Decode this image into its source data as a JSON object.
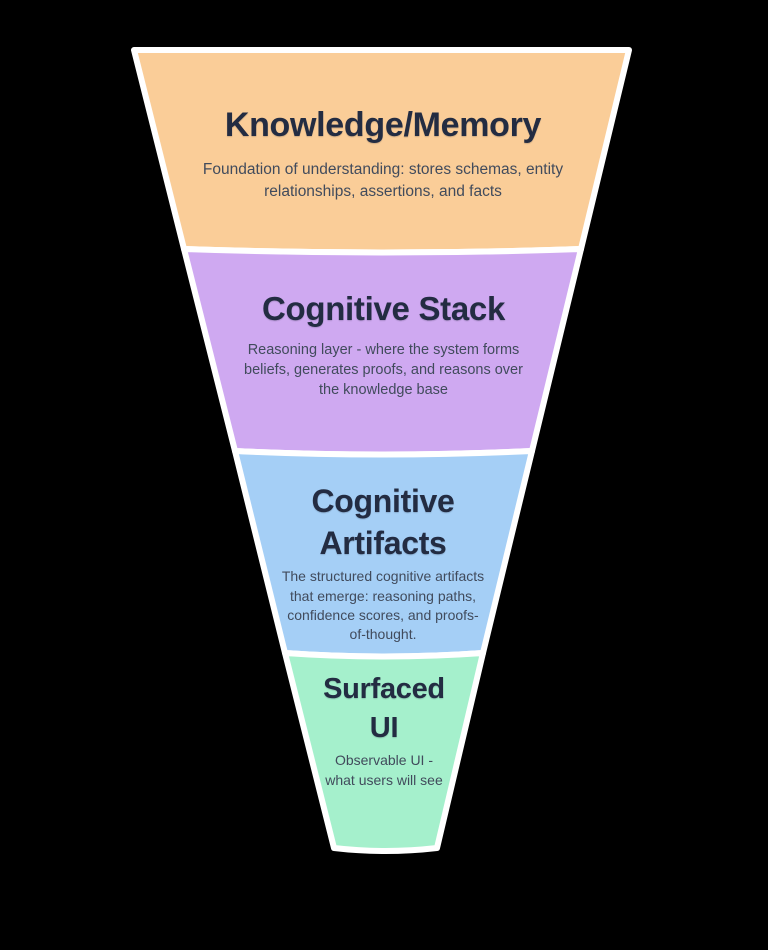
{
  "diagram": {
    "type": "funnel",
    "background_color": "#000000",
    "border_color": "#FFFFFF",
    "title_color": "#232C42",
    "description_color": "#414B5C",
    "layers": [
      {
        "title": "Knowledge/Memory",
        "description": "Foundation of understanding: stores schemas, entity\nrelationships, assertions, and facts",
        "color": "#FACD98"
      },
      {
        "title": "Cognitive Stack",
        "description": "Reasoning layer - where the system forms\nbeliefs, generates proofs, and reasons over\nthe knowledge base",
        "color": "#CFA9F1"
      },
      {
        "title": "Cognitive Artifacts",
        "description": "The structured cognitive artifacts\nthat emerge: reasoning paths,\nconfidence scores, and proofs-\nof-thought.",
        "color": "#A5CFF6"
      },
      {
        "title": "Surfaced UI",
        "description": "Observable UI -\nwhat users will see",
        "color": "#A5F0CC"
      }
    ]
  }
}
